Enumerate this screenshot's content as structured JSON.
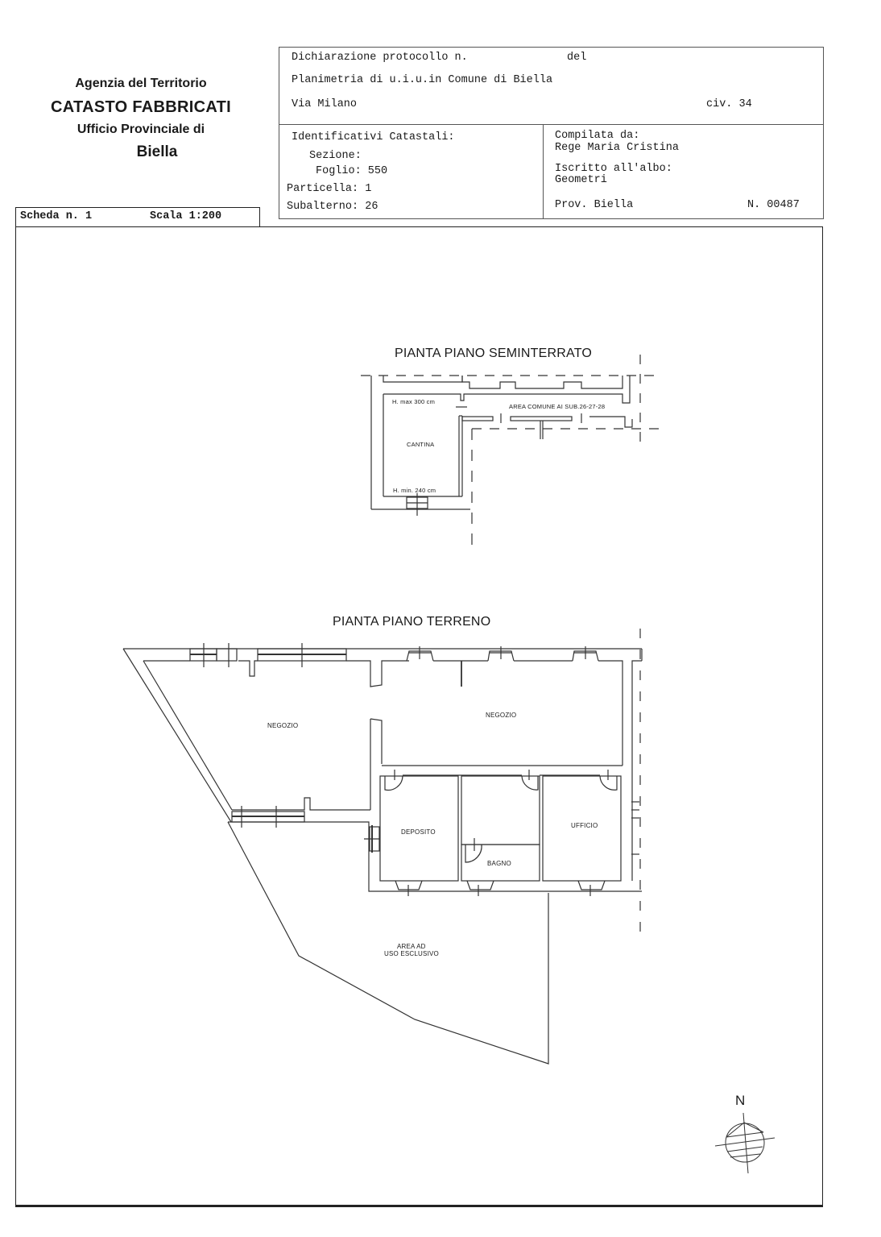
{
  "agency": {
    "line1": "Agenzia del Territorio",
    "line2": "CATASTO FABBRICATI",
    "line3": "Ufficio Provinciale di",
    "line4": "Biella"
  },
  "header": {
    "protocol_label": "Dichiarazione protocollo n.",
    "protocol_del": "del",
    "planimetria": "Planimetria di u.i.u.in Comune di Biella",
    "street": "Via Milano",
    "civic": "civ. 34",
    "identificativi_label": "Identificativi Catastali:",
    "sezione": "Sezione:",
    "foglio": "Foglio: 550",
    "particella": "Particella: 1",
    "subalterno": "Subalterno: 26",
    "compilata_label": "Compilata da:",
    "compilata_name": "Rege Maria Cristina",
    "albo_label": "Iscritto all'albo:",
    "albo_value": "Geometri",
    "prov": "Prov. Biella",
    "number": "N. 00487"
  },
  "scheda": {
    "label": "Scheda n. 1",
    "scale": "Scala 1:200"
  },
  "basement": {
    "title": "PIANTA PIANO SEMINTERRATO",
    "h_max": "H. max 300 cm",
    "h_min": "H. min. 240 cm",
    "room": "CANTINA",
    "common_area": "AREA COMUNE AI SUB.26-27-28"
  },
  "ground": {
    "title": "PIANTA PIANO TERRENO",
    "rooms": {
      "negozio_left": "NEGOZIO",
      "negozio_right": "NEGOZIO",
      "deposito": "DEPOSITO",
      "bagno": "BAGNO",
      "ufficio": "UFFICIO",
      "area_line1": "AREA AD",
      "area_line2": "USO ESCLUSIVO"
    }
  },
  "compass": {
    "label": "N",
    "icon": "north-arrow-icon"
  }
}
